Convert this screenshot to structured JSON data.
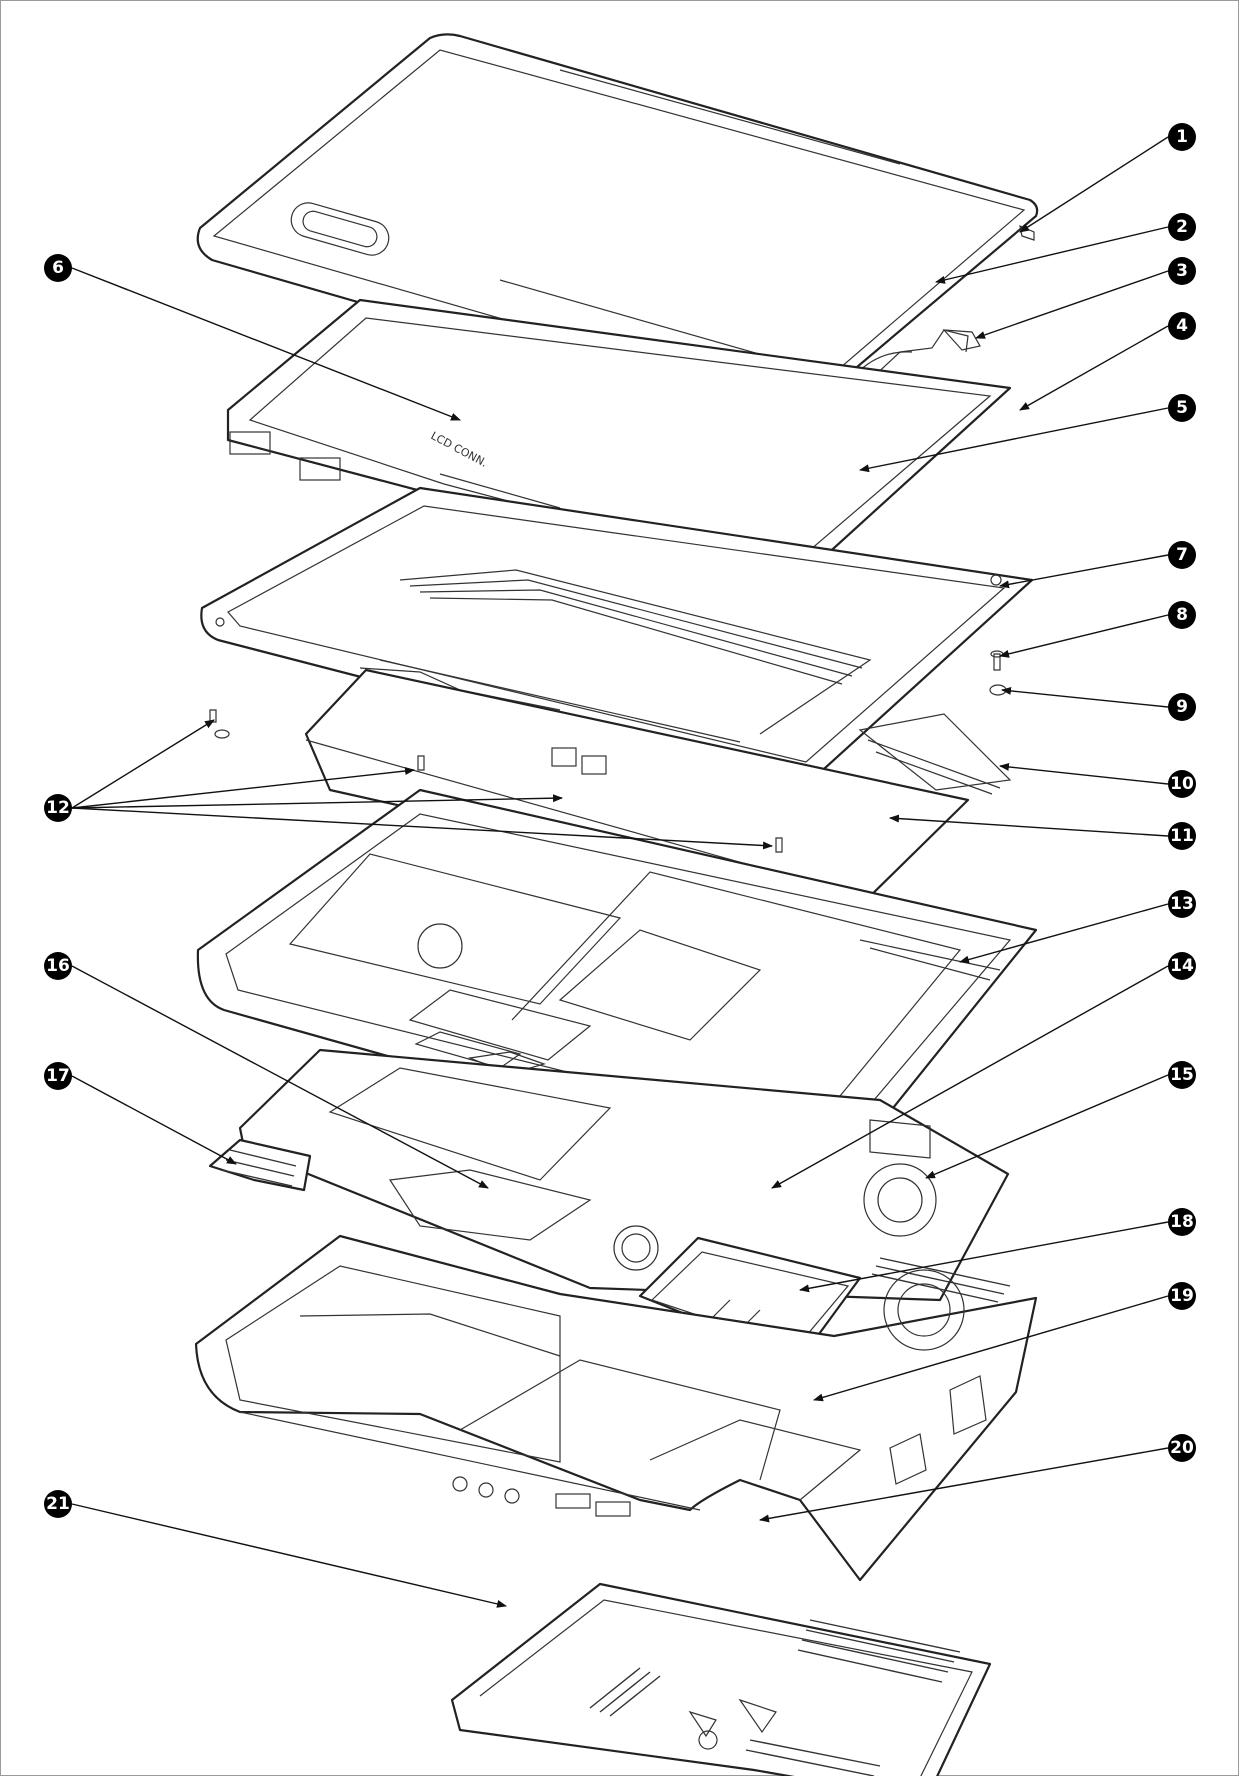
{
  "callouts": [
    "1",
    "2",
    "3",
    "4",
    "5",
    "6",
    "7",
    "8",
    "9",
    "10",
    "11",
    "12",
    "13",
    "14",
    "15",
    "16",
    "17",
    "18",
    "19",
    "20",
    "21"
  ],
  "engravings": {
    "lcd_conn": "LCD CONN."
  }
}
